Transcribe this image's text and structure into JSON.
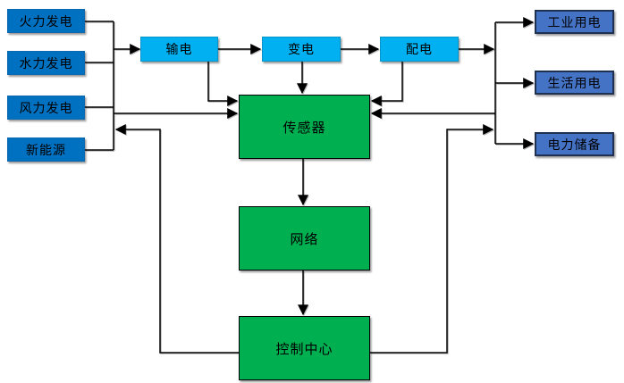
{
  "diagram": {
    "kind": "smart-grid-flow-diagram",
    "background": "#ffffff",
    "colors": {
      "source_fill": "#0070C0",
      "stage_fill": "#00B0F0",
      "consumer_fill": "#4472C4",
      "consumer_border": "#1F3050",
      "core_fill": "#00B050",
      "line": "#000000",
      "text": "#000000"
    },
    "sources": [
      {
        "label": "火力发电"
      },
      {
        "label": "水力发电"
      },
      {
        "label": "风力发电"
      },
      {
        "label": "新能源"
      }
    ],
    "stages": [
      {
        "label": "输电"
      },
      {
        "label": "变电"
      },
      {
        "label": "配电"
      }
    ],
    "consumers": [
      {
        "label": "工业用电"
      },
      {
        "label": "生活用电"
      },
      {
        "label": "电力储备"
      }
    ],
    "core": [
      {
        "label": "传感器"
      },
      {
        "label": "网络"
      },
      {
        "label": "控制中心"
      }
    ],
    "edges": [
      {
        "from": "火力发电",
        "to": "输电"
      },
      {
        "from": "水力发电",
        "to": "输电"
      },
      {
        "from": "风力发电",
        "to": "输电"
      },
      {
        "from": "新能源",
        "to": "输电"
      },
      {
        "from": "输电",
        "to": "变电"
      },
      {
        "from": "变电",
        "to": "配电"
      },
      {
        "from": "配电",
        "to": "工业用电"
      },
      {
        "from": "配电",
        "to": "生活用电"
      },
      {
        "from": "配电",
        "to": "电力储备"
      },
      {
        "from": "输电",
        "to": "传感器"
      },
      {
        "from": "变电",
        "to": "传感器"
      },
      {
        "from": "配电",
        "to": "传感器"
      },
      {
        "from_group": [
          "火力发电",
          "水力发电",
          "风力发电",
          "新能源"
        ],
        "to": "传感器"
      },
      {
        "from_group": [
          "工业用电",
          "生活用电",
          "电力储备"
        ],
        "to": "传感器"
      },
      {
        "from": "传感器",
        "to": "网络"
      },
      {
        "from": "网络",
        "to": "控制中心"
      },
      {
        "from": "控制中心",
        "to_group": [
          "火力发电",
          "水力发电",
          "风力发电",
          "新能源"
        ]
      },
      {
        "from": "控制中心",
        "to_group": [
          "工业用电",
          "生活用电",
          "电力储备"
        ]
      }
    ]
  }
}
